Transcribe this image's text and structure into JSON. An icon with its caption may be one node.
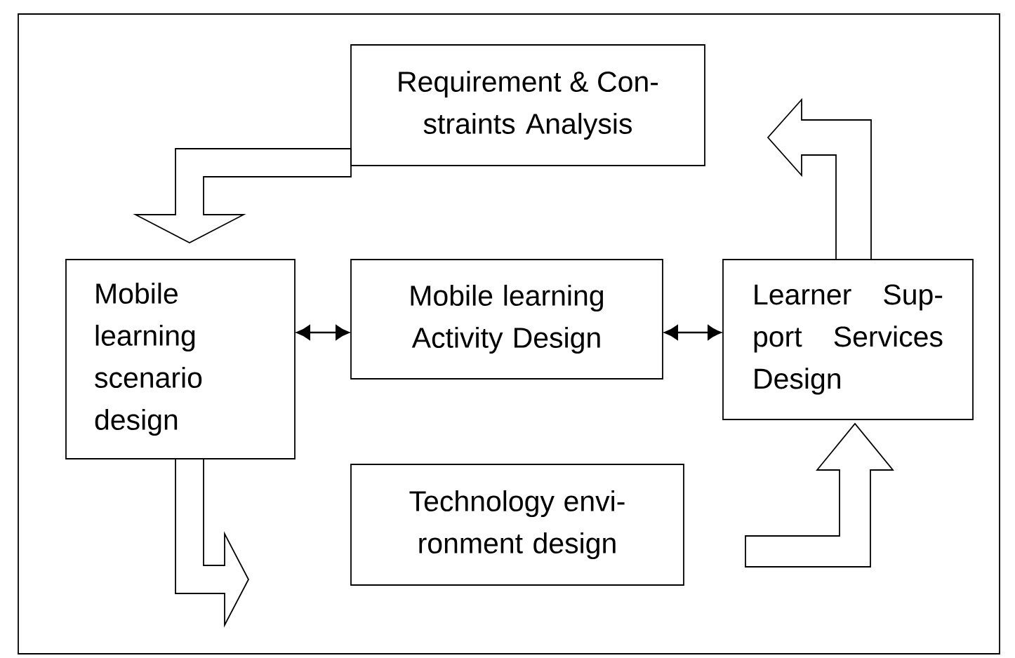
{
  "diagram": {
    "nodes": [
      {
        "text": [
          "Requirement & Con-straints Analysis"
        ]
      },
      {
        "text": [
          "Mobile learning scenario design"
        ]
      },
      {
        "text": [
          "Mobile learning Activity Design"
        ]
      },
      {
        "text": [
          "Learner Sup-port Services Design"
        ]
      },
      {
        "text": [
          "Technology envi-ronment design"
        ]
      }
    ],
    "edges": [
      {
        "from": 0,
        "to": 1,
        "arrow": "to"
      },
      {
        "from": 1,
        "to": 2,
        "arrow": "both"
      },
      {
        "from": 2,
        "to": 3,
        "arrow": "both"
      },
      {
        "from": 3,
        "to": 0,
        "arrow": "to"
      },
      {
        "from": 1,
        "to": null,
        "arrow": "to"
      },
      {
        "from": null,
        "to": 3,
        "arrow": "to"
      }
    ]
  }
}
